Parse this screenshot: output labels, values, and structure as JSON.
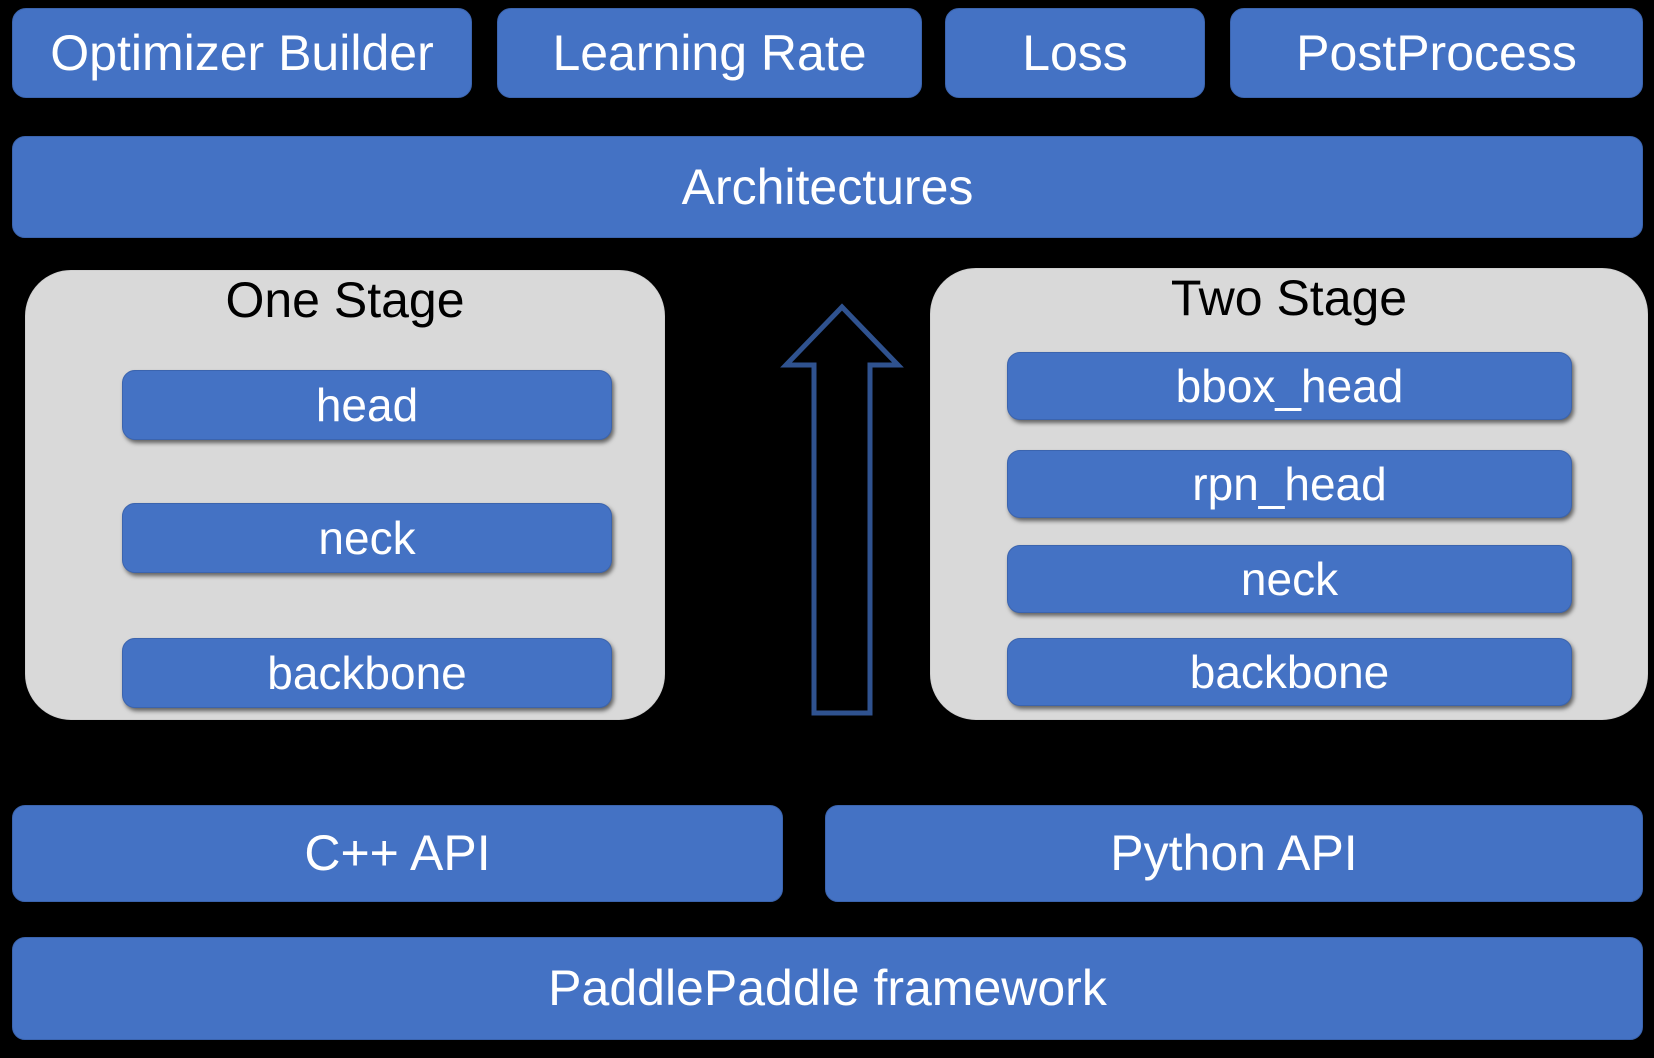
{
  "diagram": {
    "title": "PaddleDetection modular architecture stack",
    "background_color": "#000000",
    "accent_color": "#4472C4",
    "panel_color": "#D9D9D9",
    "text_color": "#FFFFFF",
    "panel_text_color": "#000000",
    "arrow_color": "#2F528F"
  },
  "top_row": {
    "items": [
      {
        "label": "Optimizer Builder"
      },
      {
        "label": "Learning Rate"
      },
      {
        "label": "Loss"
      },
      {
        "label": "PostProcess"
      }
    ]
  },
  "architectures": {
    "label": "Architectures"
  },
  "stages": {
    "one_stage": {
      "title": "One Stage",
      "components": [
        {
          "label": "head"
        },
        {
          "label": "neck"
        },
        {
          "label": "backbone"
        }
      ]
    },
    "two_stage": {
      "title": "Two Stage",
      "components": [
        {
          "label": "bbox_head"
        },
        {
          "label": "rpn_head"
        },
        {
          "label": "neck"
        },
        {
          "label": "backbone"
        }
      ]
    }
  },
  "flow_arrow": {
    "direction": "up",
    "name": "upward-flow-arrow"
  },
  "api_row": {
    "items": [
      {
        "label": "C++ API"
      },
      {
        "label": "Python API"
      }
    ]
  },
  "framework": {
    "label": "PaddlePaddle framework"
  }
}
